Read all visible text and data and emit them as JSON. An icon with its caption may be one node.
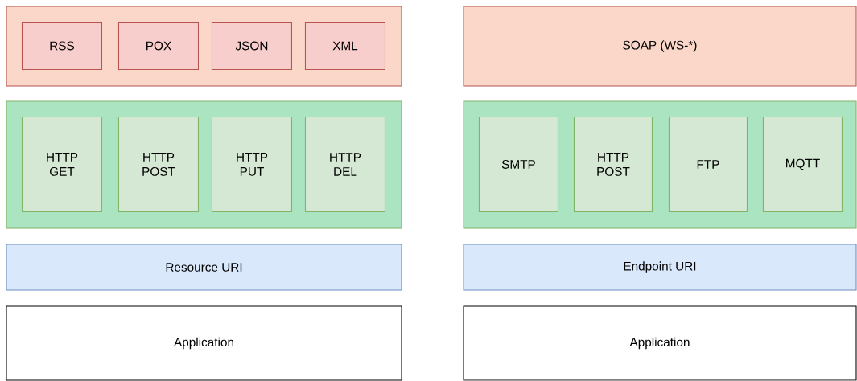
{
  "diagram": {
    "nodes": [
      {
        "text": [],
        "shape": "box"
      },
      {
        "text": [
          "RSS"
        ],
        "in": 0
      },
      {
        "text": [
          "POX"
        ],
        "in": 0
      },
      {
        "text": [
          "JSON"
        ],
        "in": 0
      },
      {
        "text": [
          "XML"
        ],
        "in": 0
      },
      {
        "text": [],
        "shape": "box"
      },
      {
        "text": [
          "HTTP GET"
        ],
        "in": 5
      },
      {
        "text": [
          "HTTP POST"
        ],
        "in": 5
      },
      {
        "text": [
          "HTTP PUT"
        ],
        "in": 5
      },
      {
        "text": [
          "HTTP DEL"
        ],
        "in": 5
      },
      {
        "text": [
          "Resource URI"
        ]
      },
      {
        "text": [
          "Application"
        ]
      },
      {
        "text": [
          "SOAP (WS-*)"
        ]
      },
      {
        "text": [],
        "shape": "box"
      },
      {
        "text": [
          "SMTP"
        ],
        "in": 13
      },
      {
        "text": [
          "HTTP POST"
        ],
        "in": 13
      },
      {
        "text": [
          "FTP"
        ],
        "in": 13
      },
      {
        "text": [
          "MQTT"
        ],
        "in": 13
      },
      {
        "text": [
          "Endpoint URI"
        ]
      },
      {
        "text": [
          "Application"
        ]
      }
    ]
  }
}
